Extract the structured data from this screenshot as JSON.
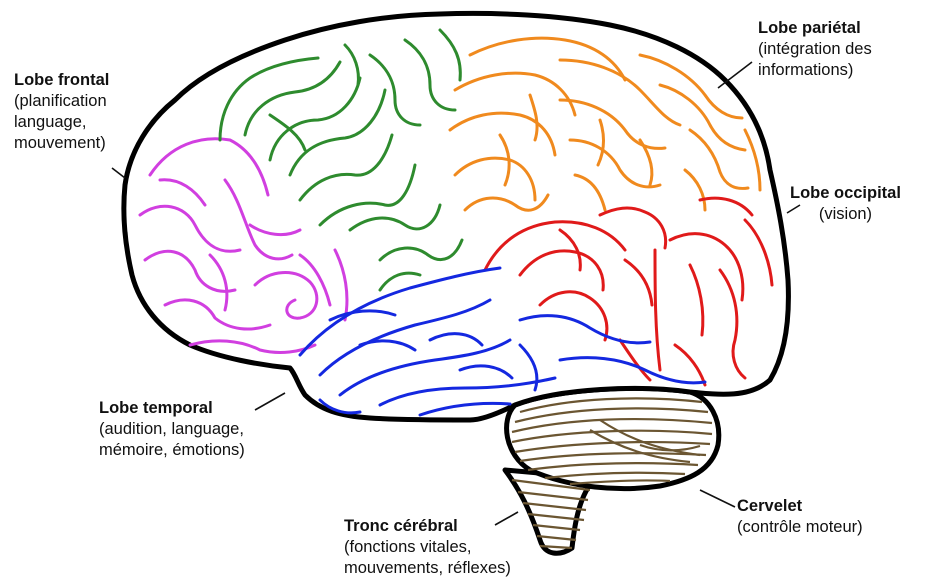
{
  "colors": {
    "outline": "#000000",
    "frontal": "#d13fe0",
    "parietal_front": "#2e8b2e",
    "parietal": "#f08a1e",
    "occipital": "#e01a1a",
    "temporal": "#1428e0",
    "cerebellum": "#6b5632"
  },
  "labels": {
    "frontal": {
      "title": "Lobe frontal",
      "desc": [
        "(planification",
        "language,",
        "mouvement)"
      ]
    },
    "parietal": {
      "title": "Lobe pariétal",
      "desc": [
        "(intégration des",
        "informations)"
      ]
    },
    "occipital": {
      "title": "Lobe occipital",
      "desc": [
        "(vision)"
      ]
    },
    "temporal": {
      "title": "Lobe temporal",
      "desc": [
        "(audition, language,",
        "mémoire, émotions)"
      ]
    },
    "cerebellum": {
      "title": "Cervelet",
      "desc": [
        "(contrôle moteur)"
      ]
    },
    "brainstem": {
      "title": "Tronc cérébral",
      "desc": [
        "(fonctions vitales,",
        "mouvements, réflexes)"
      ]
    }
  }
}
